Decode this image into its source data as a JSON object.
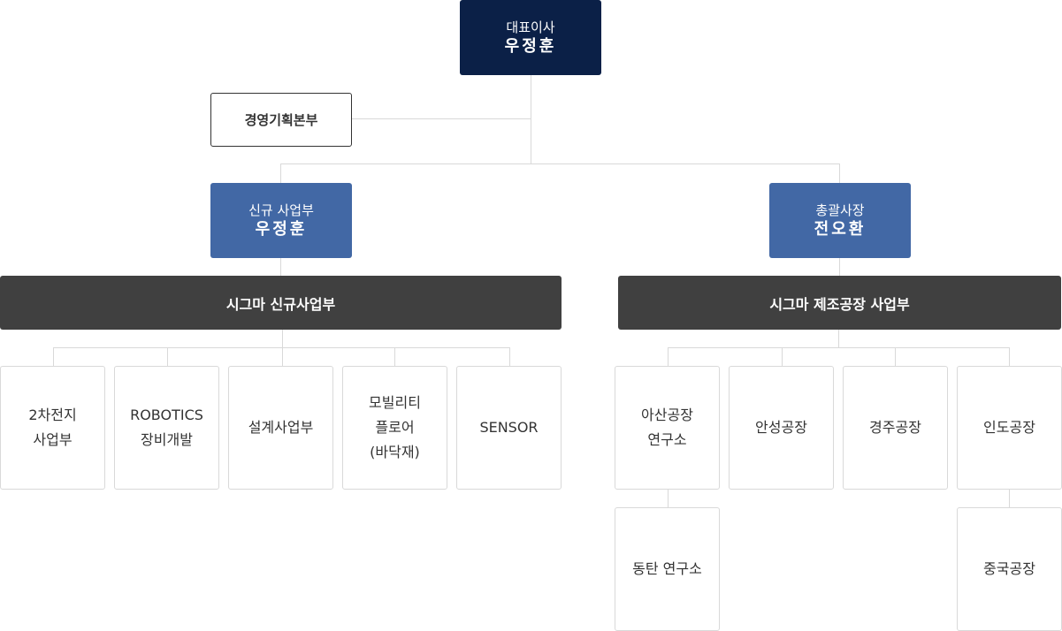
{
  "ceo": {
    "title": "대표이사",
    "name": "우정훈"
  },
  "planning": {
    "label": "경영기획본부"
  },
  "left_exec": {
    "title": "신규 사업부",
    "name": "우정훈"
  },
  "right_exec": {
    "title": "총괄사장",
    "name": "전오환"
  },
  "left_division": {
    "label": "시그마 신규사업부"
  },
  "right_division": {
    "label": "시그마 제조공장 사업부"
  },
  "left_units": [
    "2차전지\n사업부",
    "ROBOTICS\n장비개발",
    "설계사업부",
    "모빌리티\n플로어\n(바닥재)",
    "SENSOR"
  ],
  "right_units": [
    "아산공장\n연구소",
    "안성공장",
    "경주공장",
    "인도공장"
  ],
  "sub_units": {
    "asan_child": "동탄 연구소",
    "india_child": "중국공장"
  },
  "colors": {
    "ceo": "#0b2047",
    "executive": "#4268a5",
    "division": "#404040",
    "connector": "#d9d9d9"
  }
}
